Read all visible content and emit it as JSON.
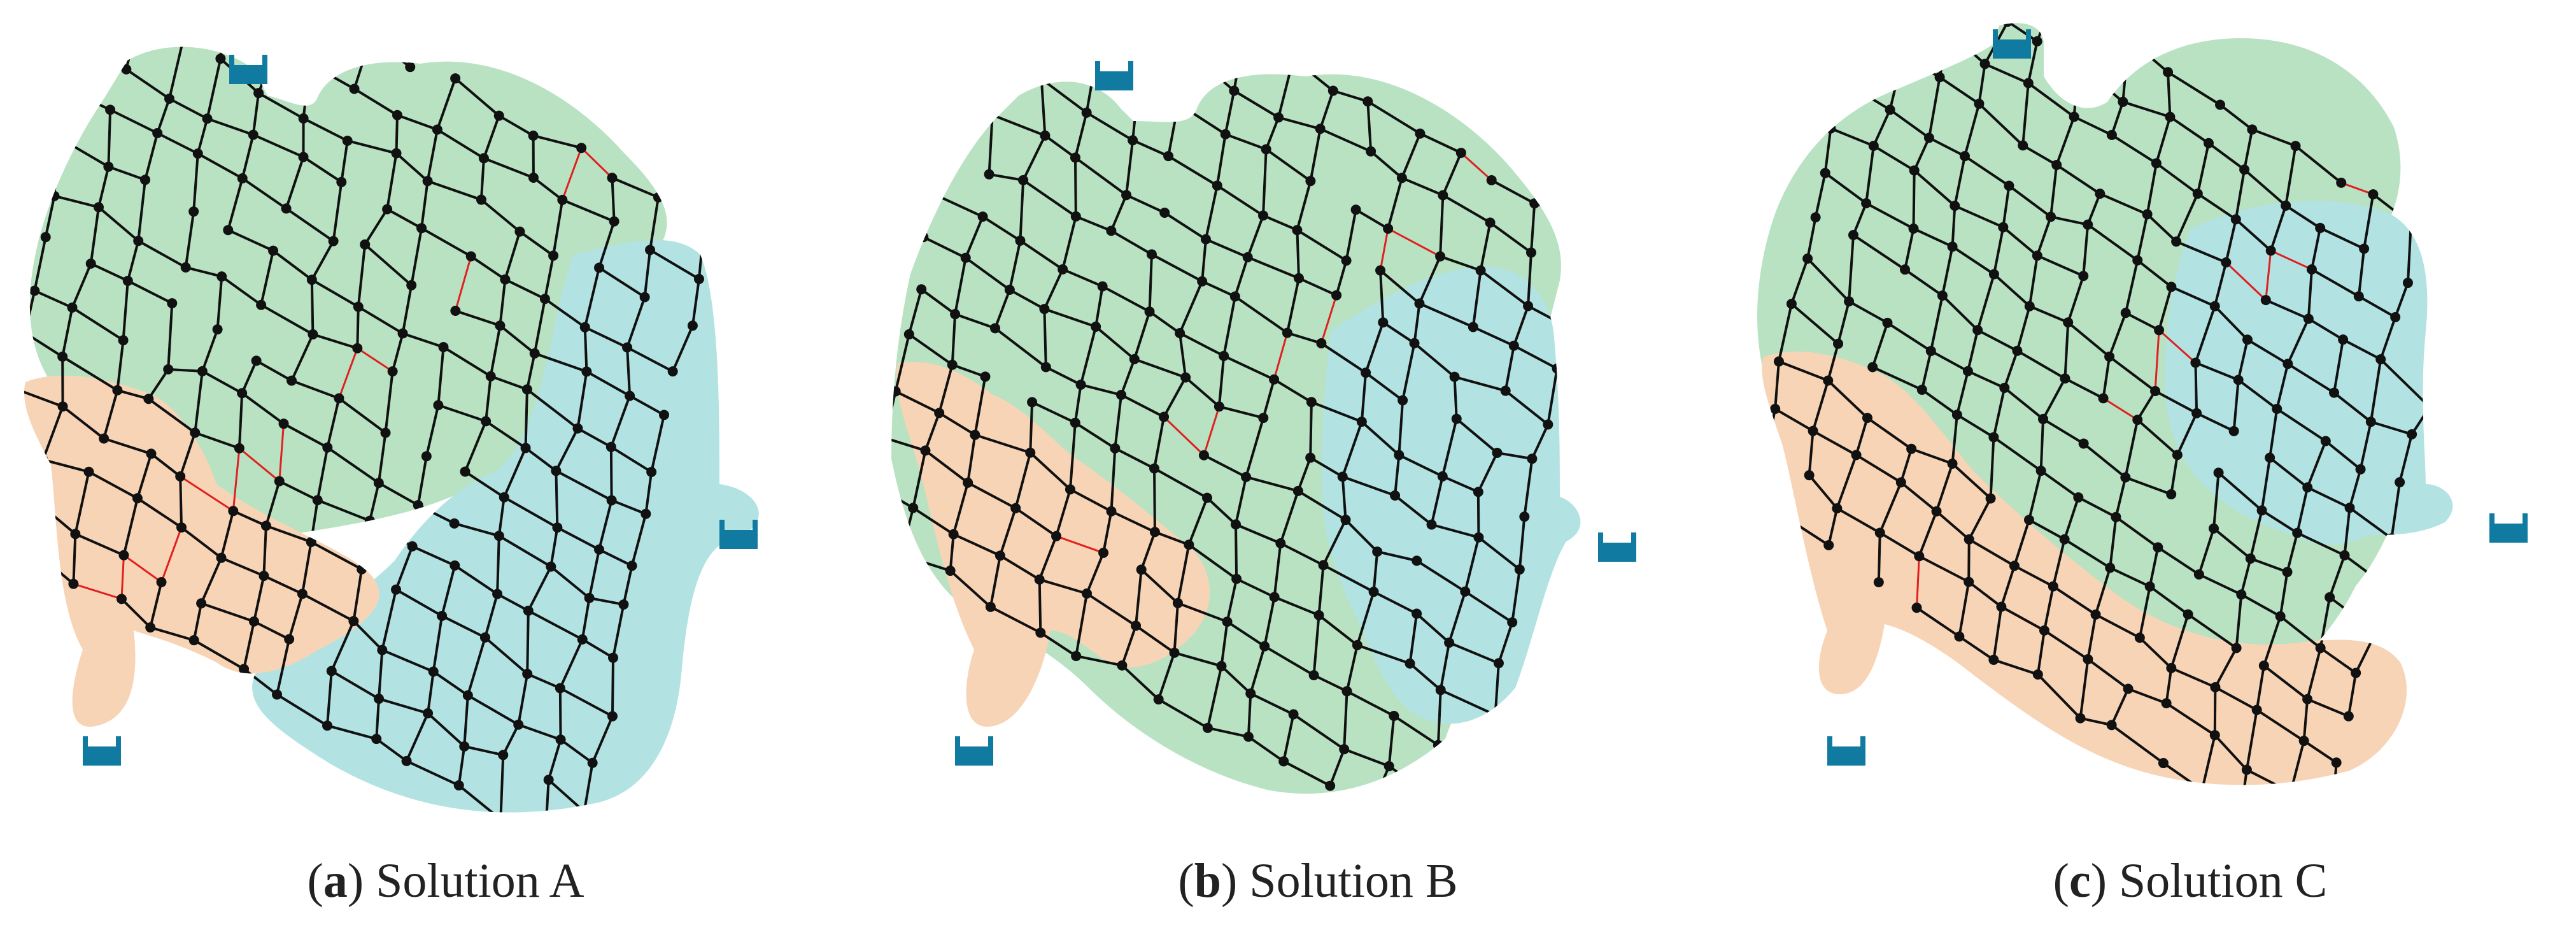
{
  "colors": {
    "zone_green": "#b8e2c2",
    "zone_blue": "#b3e2e3",
    "zone_orange": "#f8d4b6",
    "pipe": "#111111",
    "boundary_pipe": "#e02020",
    "node": "#111111",
    "tank": "#117aa0"
  },
  "panels": [
    {
      "letter": "a",
      "label": "Solution A",
      "variant": 0
    },
    {
      "letter": "b",
      "label": "Solution B",
      "variant": 1
    },
    {
      "letter": "c",
      "label": "Solution C",
      "variant": 2
    }
  ],
  "icons": [
    "reservoir-tank-icon"
  ]
}
